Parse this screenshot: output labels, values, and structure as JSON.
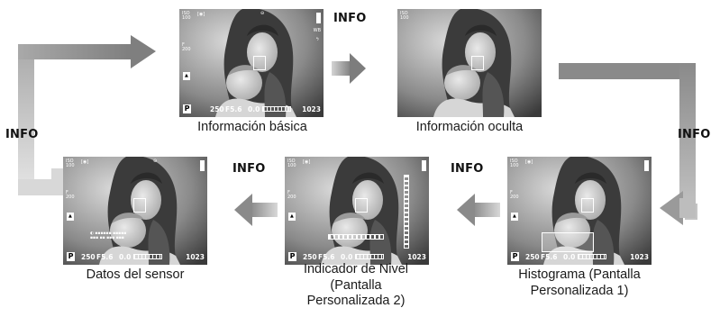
{
  "info_labels": [
    "INFO",
    "INFO",
    "INFO",
    "INFO",
    "INFO"
  ],
  "screens": [
    {
      "id": "basic",
      "caption": "Información básica",
      "overlay": true,
      "shutter": "250",
      "aperture": "F5.6",
      "ev": "0.0",
      "counter": "1023"
    },
    {
      "id": "hidden",
      "caption": "Información oculta",
      "overlay": false
    },
    {
      "id": "histogram",
      "caption": "Histograma (Pantalla Personalizada 1)",
      "overlay": true,
      "shutter": "250",
      "aperture": "F5.6",
      "ev": "0.0",
      "counter": "1023"
    },
    {
      "id": "level",
      "caption": "Indicador de Nivel (Pantalla Personalizada 2)",
      "overlay": true,
      "shutter": "250",
      "aperture": "F5.6",
      "ev": "0.0",
      "counter": "1023"
    },
    {
      "id": "sensor",
      "caption": "Datos del sensor",
      "overlay": true,
      "shutter": "250",
      "aperture": "F5.6",
      "ev": "0.0",
      "counter": "1023"
    }
  ],
  "colors": {
    "arrow_light": "#c9c9c9",
    "arrow_dark": "#8e8e8e",
    "arrow_mid": "#a6a6a6"
  }
}
